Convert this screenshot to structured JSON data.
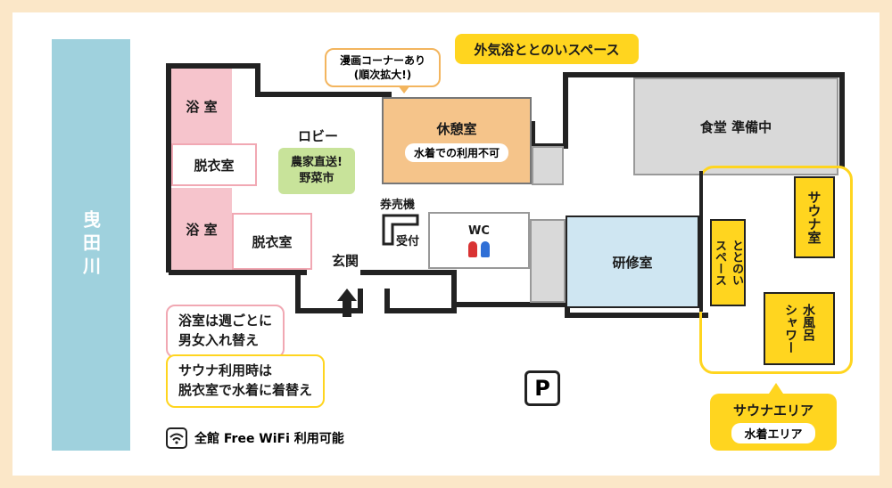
{
  "river": {
    "label": "曳田川"
  },
  "rooms": {
    "bath1": "浴 室",
    "dressing1": "脱衣室",
    "bath2": "浴 室",
    "dressing2": "脱衣室",
    "lobby": "ロビー",
    "farm_stand": "農家直送!\n野菜市",
    "rest": "休憩室",
    "rest_note": "水着での利用不可",
    "ticket": "券売機",
    "reception": "受付",
    "wc": "WC",
    "entrance": "玄関",
    "dining": "食堂 準備中",
    "training": "研修室",
    "totonoi": "ととのい\nスペース",
    "sauna": "サウナ室",
    "cold_bath": "水風呂\nシャワー"
  },
  "callouts": {
    "manga": "漫画コーナーあり\n(順次拡大!)",
    "outdoor": "外気浴ととのいスペース",
    "sauna_area": "サウナエリア",
    "swimwear_area": "水着エリア"
  },
  "notes": {
    "bath_swap": "浴室は週ごとに\n男女入れ替え",
    "sauna_change": "サウナ利用時は\n脱衣室で水着に着替え"
  },
  "wifi": {
    "label": "全館 Free WiFi 利用可能",
    "icon": "wifi-icon"
  },
  "parking": {
    "label": "P"
  },
  "colors": {
    "bath": "#f6c4cc",
    "rest": "#f5c48a",
    "dining": "#d9d9d9",
    "training": "#cfe6f2",
    "sauna": "#ffd51f",
    "river": "#9fd1dd",
    "farm": "#c8e39a"
  }
}
